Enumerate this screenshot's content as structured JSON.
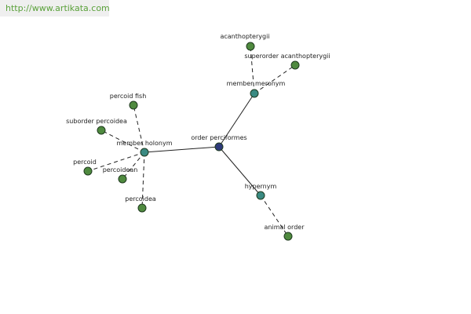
{
  "header": {
    "site_url": "http://www.artikata.com"
  },
  "colors": {
    "center": "#2e3a7a",
    "relation": "#3a8a82",
    "word": "#4f8a3f"
  },
  "graph": {
    "nodes": [
      {
        "id": "center",
        "label": "order perciformes",
        "kind": "center"
      },
      {
        "id": "member-meronym",
        "label": "member meronym",
        "kind": "relation"
      },
      {
        "id": "member-holonym",
        "label": "member holonym",
        "kind": "relation"
      },
      {
        "id": "hypernym",
        "label": "hypernym",
        "kind": "relation"
      },
      {
        "id": "acanthopterygii",
        "label": "acanthopterygii",
        "kind": "word"
      },
      {
        "id": "superorder-acanthopterygii",
        "label": "superorder acanthopterygii",
        "kind": "word"
      },
      {
        "id": "percoid-fish",
        "label": "percoid fish",
        "kind": "word"
      },
      {
        "id": "suborder-percoidea",
        "label": "suborder percoidea",
        "kind": "word"
      },
      {
        "id": "percoid",
        "label": "percoid",
        "kind": "word"
      },
      {
        "id": "percoidean",
        "label": "percoidean",
        "kind": "word"
      },
      {
        "id": "percoidea",
        "label": "percoidea",
        "kind": "word"
      },
      {
        "id": "animal-order",
        "label": "animal order",
        "kind": "word"
      }
    ],
    "edges": [
      {
        "from": "center",
        "to": "member-meronym",
        "style": "solid"
      },
      {
        "from": "center",
        "to": "member-holonym",
        "style": "solid"
      },
      {
        "from": "center",
        "to": "hypernym",
        "style": "solid"
      },
      {
        "from": "member-meronym",
        "to": "acanthopterygii",
        "style": "dashed"
      },
      {
        "from": "member-meronym",
        "to": "superorder-acanthopterygii",
        "style": "dashed"
      },
      {
        "from": "member-holonym",
        "to": "percoid-fish",
        "style": "dashed"
      },
      {
        "from": "member-holonym",
        "to": "suborder-percoidea",
        "style": "dashed"
      },
      {
        "from": "member-holonym",
        "to": "percoid",
        "style": "dashed"
      },
      {
        "from": "member-holonym",
        "to": "percoidean",
        "style": "dashed"
      },
      {
        "from": "member-holonym",
        "to": "percoidea",
        "style": "dashed"
      },
      {
        "from": "hypernym",
        "to": "animal-order",
        "style": "dashed"
      }
    ]
  }
}
